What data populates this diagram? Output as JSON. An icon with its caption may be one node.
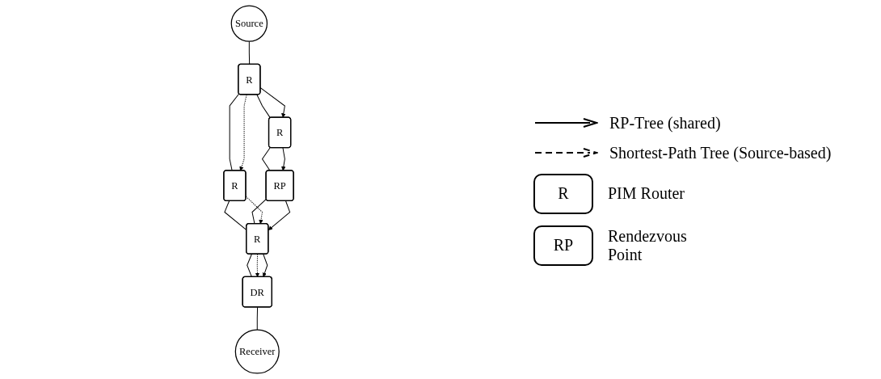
{
  "diagram": {
    "nodes": [
      {
        "text": [
          "Source"
        ]
      },
      {
        "text": [
          "R"
        ]
      },
      {
        "text": [
          "R"
        ]
      },
      {
        "text": [
          "R"
        ]
      },
      {
        "text": [
          "R"
        ]
      },
      {
        "text": [
          "RP"
        ]
      },
      {
        "text": [
          "DR"
        ]
      },
      {
        "text": [
          "Receiver"
        ]
      }
    ],
    "edges": [
      {
        "from": 0,
        "to": 1,
        "arrow": "none"
      },
      {
        "from": 1,
        "to": 2,
        "arrow": "none"
      },
      {
        "from": 1,
        "to": 3,
        "arrow": "none"
      },
      {
        "from": 2,
        "to": 4,
        "arrow": "none"
      },
      {
        "from": 3,
        "to": 5,
        "arrow": "none"
      },
      {
        "from": 5,
        "to": 4,
        "arrow": "none"
      },
      {
        "from": 4,
        "to": 6,
        "arrow": "none"
      },
      {
        "from": 6,
        "to": 7,
        "arrow": "none"
      },
      {
        "from": 1,
        "to": 2,
        "arrow": "to",
        "style": "dashed"
      },
      {
        "from": 1,
        "to": 3,
        "arrow": "to"
      },
      {
        "from": 2,
        "to": 4,
        "arrow": "to",
        "style": "dashed"
      },
      {
        "from": 3,
        "to": 5,
        "arrow": "to"
      },
      {
        "from": 4,
        "to": 6,
        "arrow": "to",
        "style": "dashed"
      },
      {
        "from": 5,
        "to": 4,
        "arrow": "to"
      },
      {
        "from": 4,
        "to": 6,
        "arrow": "to"
      }
    ],
    "labels": [
      "R",
      "RP"
    ],
    "legend": [
      {
        "text": "RP-Tree (shared)"
      },
      {
        "text": "Shortest-Path Tree (Source-based)"
      },
      {
        "text": "PIM Router"
      },
      {
        "text": "Rendezvous Point"
      }
    ]
  }
}
